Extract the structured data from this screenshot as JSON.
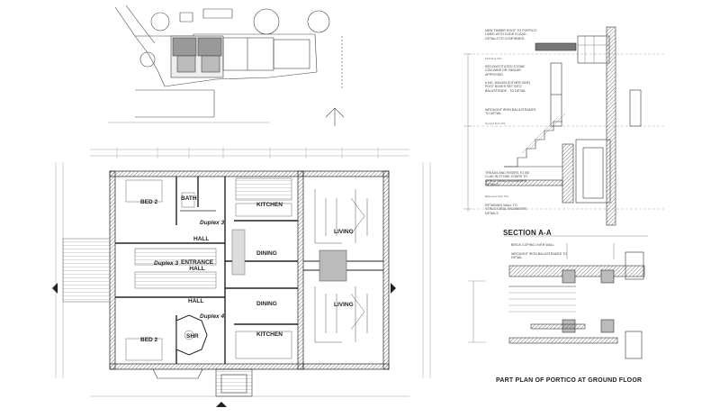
{
  "plan": {
    "rooms": {
      "bed2_top": "BED 2",
      "bath": "BATH",
      "kitchen_top": "KITCHEN",
      "hall_top": "HALL",
      "entrance_hall": "ENTRANCE\nHALL",
      "dining_top": "DINING",
      "living_top": "LIVING",
      "hall_bottom": "HALL",
      "dining_bottom": "DINING",
      "living_bottom": "LIVING",
      "shr": "SHR",
      "bed2_bottom": "BED 2",
      "kitchen_bottom": "KITCHEN"
    },
    "duplex_labels": [
      "Duplex 3",
      "Duplex 3",
      "Duplex 4"
    ]
  },
  "section": {
    "title": "SECTION A-A",
    "notes": [
      "NEW TIMBER ROOF TO PORTICO LINED WITH CODE 5 LEAD - DETAILS TO CONFIRMED",
      "RECONSTITUTED STONE COLUMNS OR SIMILAR APPROVED",
      "6 NO. 300x300 (EITHER SIDE) POST BOXES SET INTO BALUSTRADE - TO DETAIL",
      "WROUGHT IRON BALUSTRADES TO DETAIL",
      "TREADS AND RISERS TO BE CLAD IN STONE STAIRS TO STRUCTURAL ENGINEERS DETAILS",
      "RETAINING WALL TO STRUCTURAL ENGINEERS DETAILS"
    ],
    "levels": [
      "First floor FFL",
      "Ground floor FFL",
      "Basement floor FFL"
    ]
  },
  "portico": {
    "title": "PART PLAN OF PORTICO AT GROUND FLOOR",
    "notes": [
      "BRICK COPING OVER WALL",
      "WROUGHT IRON BALUSTRADES TO DETAIL"
    ]
  },
  "colors": {
    "line": "#333333",
    "hatch": "#555555",
    "paper": "#ffffff"
  }
}
